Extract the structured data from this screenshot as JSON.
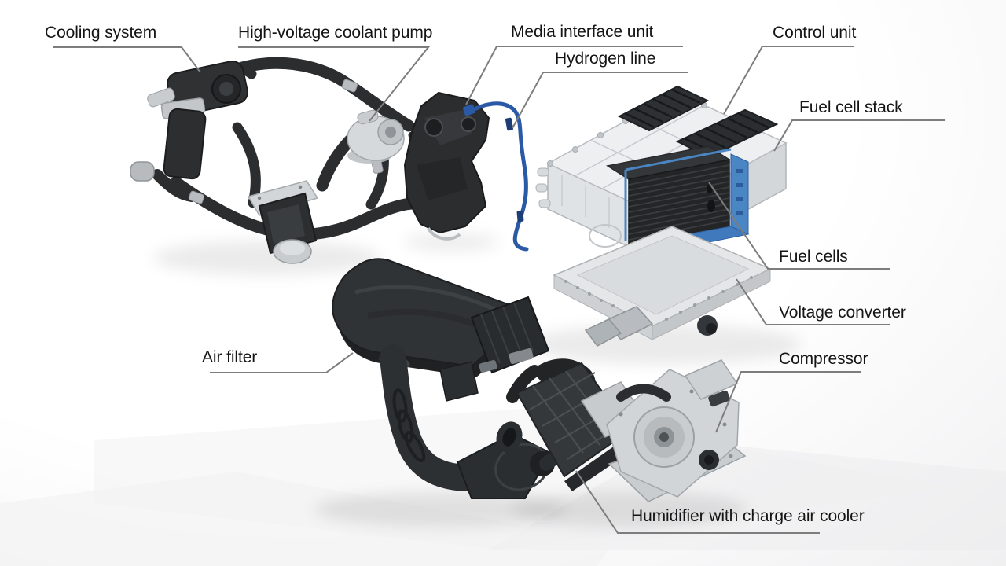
{
  "figure": {
    "background_color": "#ffffff",
    "text_color": "#141414",
    "leader_line_color": "#7d7d7d",
    "hydrogen_line_blue": "#2a5aa6",
    "cutaway_highlight_blue": "#4b86c4"
  },
  "labels": [
    {
      "id": "cooling-system",
      "text": "Cooling system"
    },
    {
      "id": "high-voltage-coolant-pump",
      "text": "High-voltage coolant pump"
    },
    {
      "id": "media-interface-unit",
      "text": "Media interface unit"
    },
    {
      "id": "hydrogen-line",
      "text": "Hydrogen line"
    },
    {
      "id": "control-unit",
      "text": "Control unit"
    },
    {
      "id": "fuel-cell-stack",
      "text": "Fuel cell stack"
    },
    {
      "id": "fuel-cells",
      "text": "Fuel cells"
    },
    {
      "id": "voltage-converter",
      "text": "Voltage converter"
    },
    {
      "id": "air-filter",
      "text": "Air filter"
    },
    {
      "id": "compressor",
      "text": "Compressor"
    },
    {
      "id": "humidifier-charge-air-cooler",
      "text": "Humidifier with charge air cooler"
    }
  ]
}
